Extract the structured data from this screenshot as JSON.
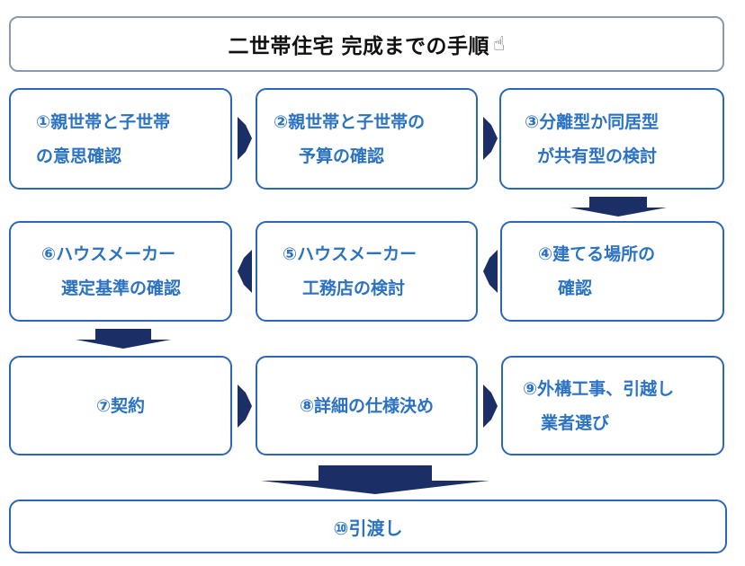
{
  "title": {
    "text": "二世帯住宅 完成までの手順",
    "icon": "pointing-hand-icon"
  },
  "steps": [
    {
      "lines": [
        "①親世帯と子世帯",
        "の意思確認"
      ]
    },
    {
      "lines": [
        "②親世帯と子世帯の",
        "予算の確認"
      ]
    },
    {
      "lines": [
        "③分離型か同居型",
        "が共有型の検討"
      ]
    },
    {
      "lines": [
        "④建てる場所の",
        "確認"
      ]
    },
    {
      "lines": [
        "⑤ハウスメーカー",
        "工務店の検討"
      ]
    },
    {
      "lines": [
        "⑥ハウスメーカー",
        "選定基準の確認"
      ]
    },
    {
      "lines": [
        "⑦契約"
      ]
    },
    {
      "lines": [
        "⑧詳細の仕様決め"
      ]
    },
    {
      "lines": [
        "⑨外構工事、引越し",
        "業者選び"
      ]
    }
  ],
  "final": {
    "text": "⑩引渡し"
  },
  "colors": {
    "box_border": "#2b67b8",
    "step_text": "#2b73c2",
    "arrow": "#1b2f66",
    "title_border": "#8f98aa"
  }
}
